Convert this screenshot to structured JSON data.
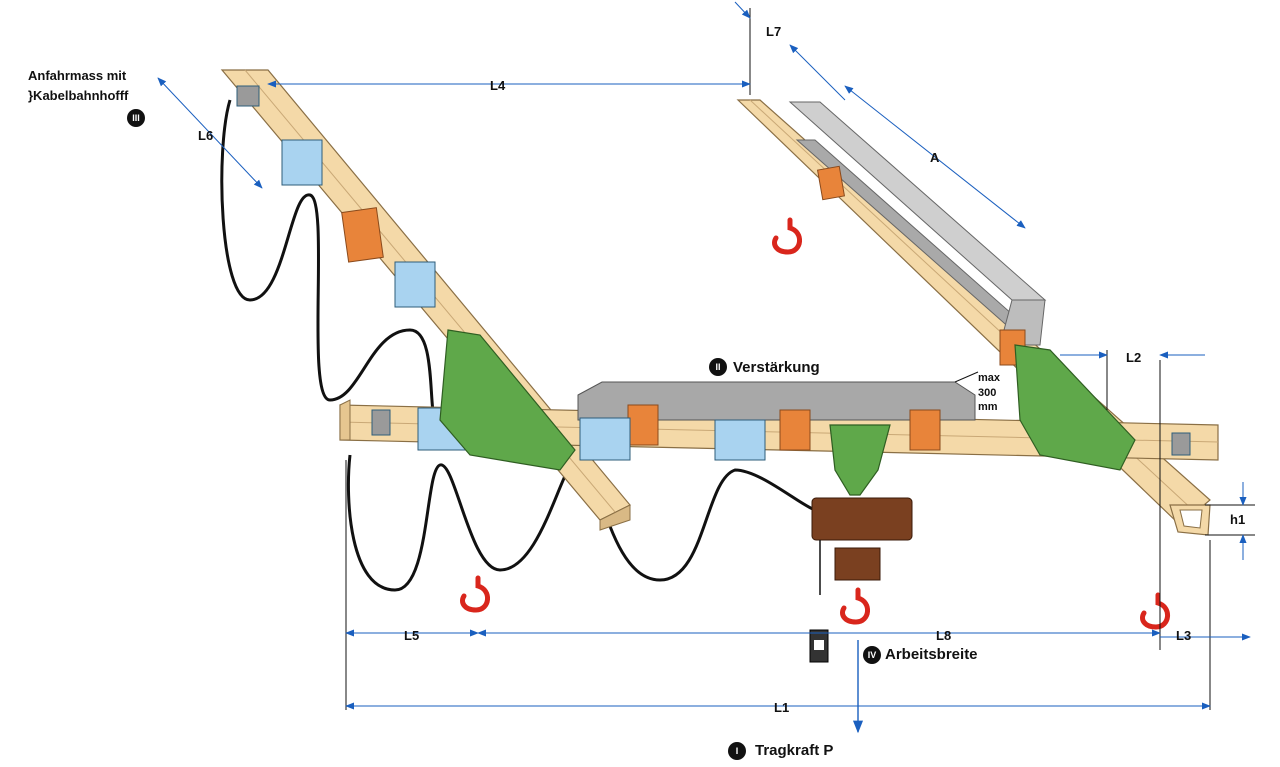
{
  "labels": {
    "cable_trolley": "Anfahrmass mit",
    "cable_trolley_2": "}Kabelbahnhofff",
    "reinforcement": "Verstärkung",
    "max": "max",
    "max_value": "300",
    "max_unit": "mm",
    "working_width": "Arbeitsbreite",
    "capacity": "Tragkraft P"
  },
  "markers": {
    "m1": "I",
    "m2": "II",
    "m3": "III",
    "m4": "IV"
  },
  "dimensions": {
    "L1": "L1",
    "L2": "L2",
    "L3": "L3",
    "L4": "L4",
    "L5": "L5",
    "L6": "L6",
    "L7": "L7",
    "L8": "L8",
    "A": "A",
    "h1": "h1"
  },
  "colors": {
    "beam": "#f4d9a8",
    "beam_edge": "#c9a876",
    "trolley": "#a9d3f0",
    "clamp": "#e8843a",
    "green": "#5fa84a",
    "ibeam": "#b8b8b8",
    "hook": "#d9261c",
    "hoist": "#7a4020",
    "arrow": "#1a5fbf",
    "cable": "#111111"
  }
}
